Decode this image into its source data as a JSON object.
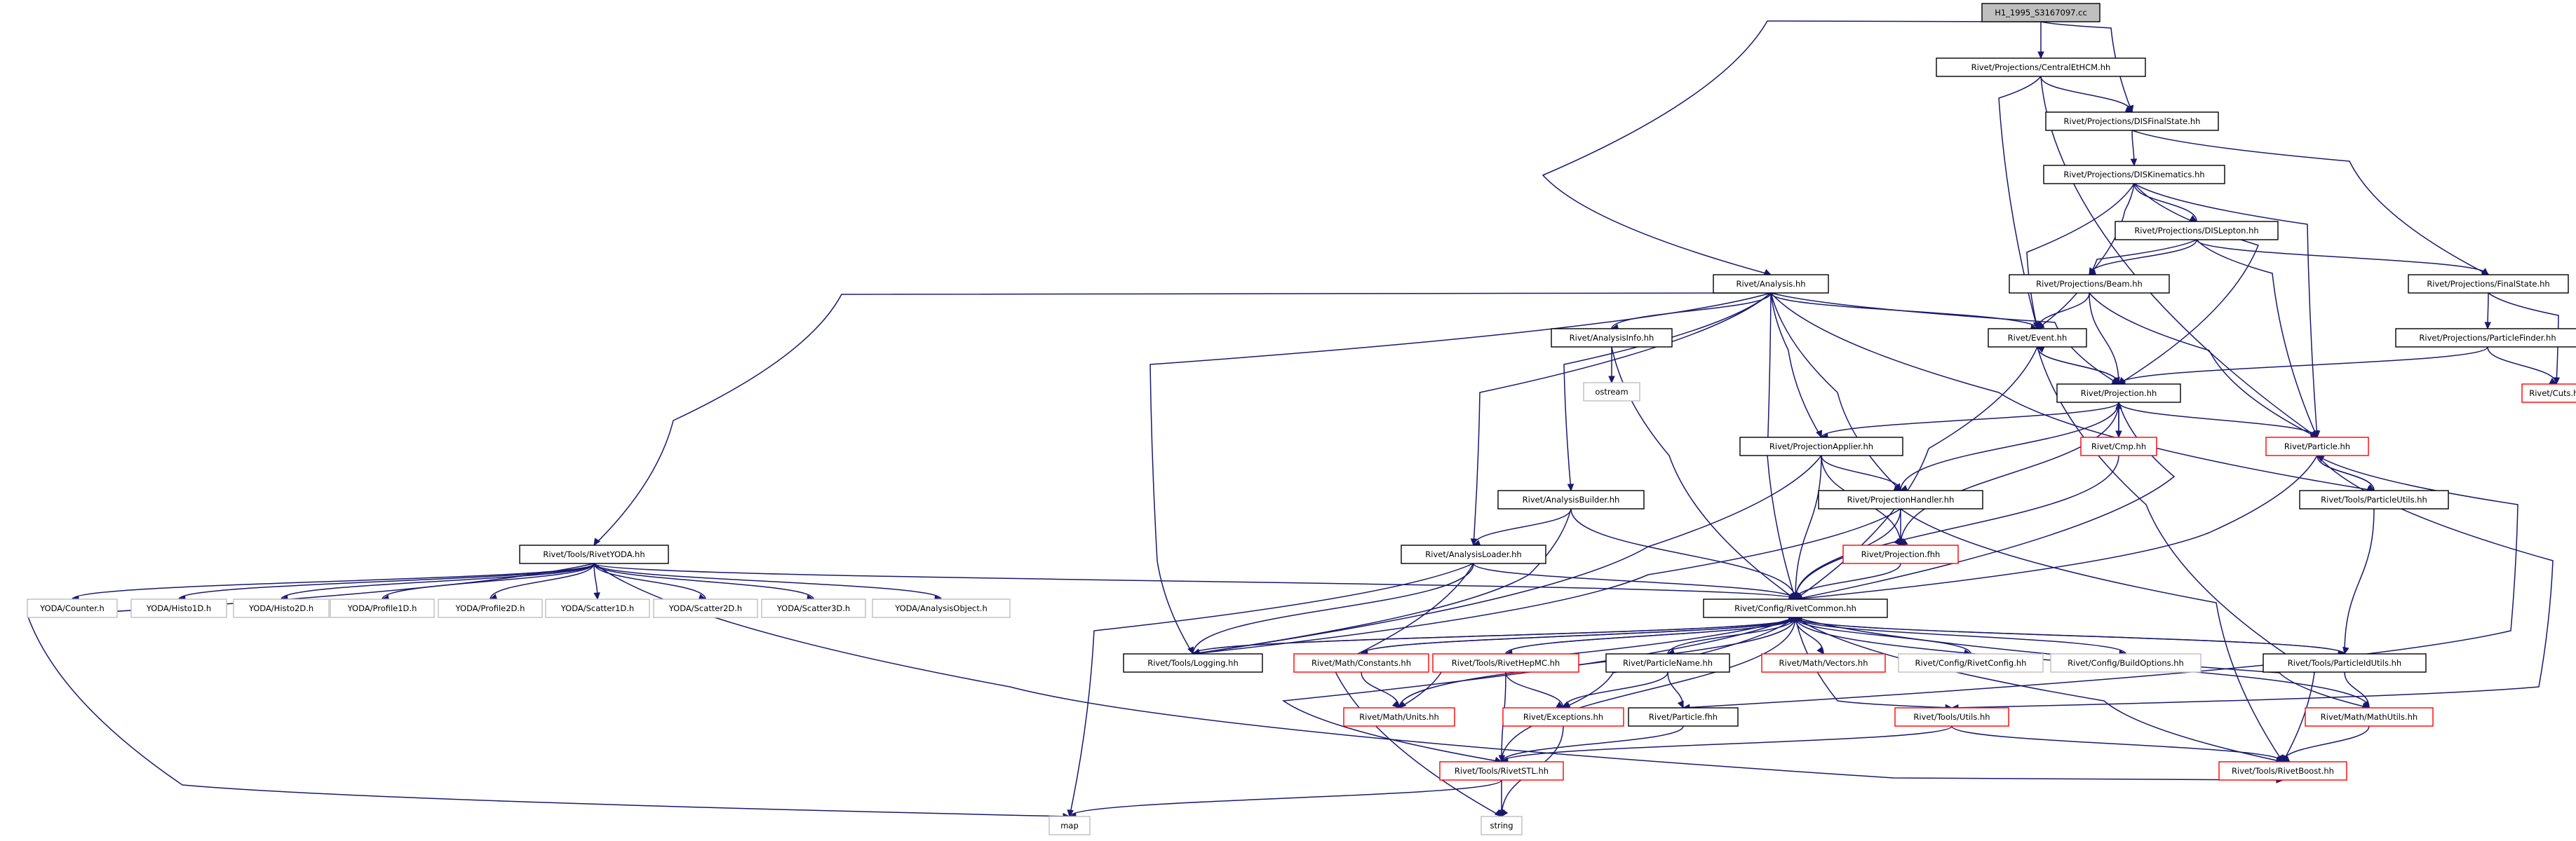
{
  "diagram": {
    "root": "H1_1995_S3167097.cc",
    "nodes": {
      "root": "H1_1995_S3167097.cc",
      "central_et_hcm": "Rivet/Projections/CentralEtHCM.hh",
      "dis_final_state": "Rivet/Projections/DISFinalState.hh",
      "dis_kinematics": "Rivet/Projections/DISKinematics.hh",
      "dis_lepton": "Rivet/Projections/DISLepton.hh",
      "beam": "Rivet/Projections/Beam.hh",
      "final_state": "Rivet/Projections/FinalState.hh",
      "particle_finder": "Rivet/Projections/ParticleFinder.hh",
      "cuts": "Rivet/Cuts.hh",
      "analysis": "Rivet/Analysis.hh",
      "event": "Rivet/Event.hh",
      "projection": "Rivet/Projection.hh",
      "analysis_info": "Rivet/AnalysisInfo.hh",
      "ostream": "ostream",
      "cmp": "Rivet/Cmp.hh",
      "particle": "Rivet/Particle.hh",
      "projection_applier": "Rivet/ProjectionApplier.hh",
      "analysis_builder": "Rivet/AnalysisBuilder.hh",
      "projection_handler": "Rivet/ProjectionHandler.hh",
      "particle_utils": "Rivet/Tools/ParticleUtils.hh",
      "rivet_yoda": "Rivet/Tools/RivetYODA.hh",
      "analysis_loader": "Rivet/AnalysisLoader.hh",
      "projection_fhh": "Rivet/Projection.fhh",
      "rivet_common": "Rivet/Config/RivetCommon.hh",
      "yoda_counter": "YODA/Counter.h",
      "yoda_histo1d": "YODA/Histo1D.h",
      "yoda_histo2d": "YODA/Histo2D.h",
      "yoda_profile1d": "YODA/Profile1D.h",
      "yoda_profile2d": "YODA/Profile2D.h",
      "yoda_scatter1d": "YODA/Scatter1D.h",
      "yoda_scatter2d": "YODA/Scatter2D.h",
      "yoda_scatter3d": "YODA/Scatter3D.h",
      "yoda_analysis_object": "YODA/AnalysisObject.h",
      "logging": "Rivet/Tools/Logging.hh",
      "math_constants": "Rivet/Math/Constants.hh",
      "rivet_hepmc": "Rivet/Tools/RivetHepMC.hh",
      "particle_name": "Rivet/ParticleName.hh",
      "math_vectors": "Rivet/Math/Vectors.hh",
      "rivet_config": "Rivet/Config/RivetConfig.hh",
      "build_options": "Rivet/Config/BuildOptions.hh",
      "particle_id_utils": "Rivet/Tools/ParticleIdUtils.hh",
      "math_units": "Rivet/Math/Units.hh",
      "exceptions": "Rivet/Exceptions.hh",
      "particle_fhh": "Rivet/Particle.fhh",
      "tools_utils": "Rivet/Tools/Utils.hh",
      "math_utils": "Rivet/Math/MathUtils.hh",
      "rivet_stl": "Rivet/Tools/RivetSTL.hh",
      "rivet_boost": "Rivet/Tools/RivetBoost.hh",
      "map": "map",
      "string": "string"
    }
  },
  "colors": {
    "edge": "#191970",
    "node_border": "#000000",
    "incomplete_node_border": "#ff0000",
    "external_node_border": "#bfbfbf",
    "root_fill": "#bfbfbf"
  }
}
